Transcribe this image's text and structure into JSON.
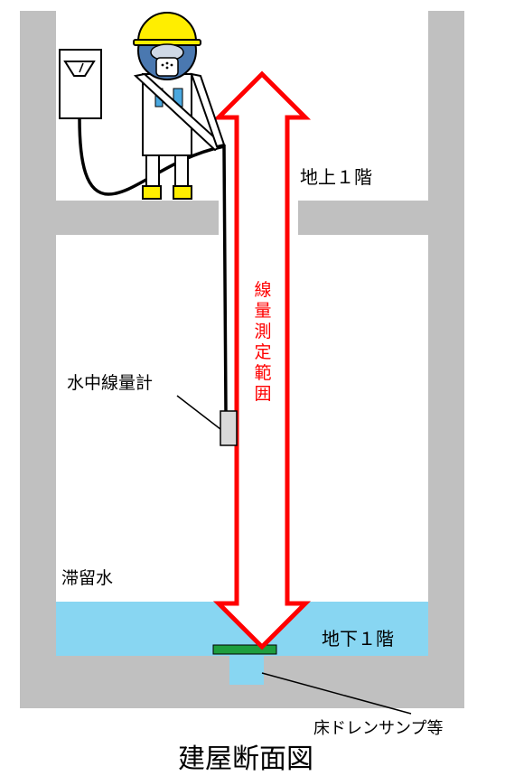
{
  "labels": {
    "floor1": "地上１階",
    "basement1": "地下１階",
    "meter": "水中線量計",
    "water": "滞留水",
    "sump": "床ドレンサンプ等",
    "title": "建屋断面図",
    "range": "線量測定範囲"
  },
  "colors": {
    "concrete": "#c0c0c0",
    "water": "#88d6f2",
    "arrow": "#ff0000",
    "drain_cover": "#1e9e3e",
    "helmet": "#ffee00",
    "suit": "#ffffff",
    "visor": "#4a78b0"
  },
  "icons": {
    "worker": "worker-in-protective-suit-icon",
    "survey_meter": "survey-meter-icon",
    "probe": "underwater-probe-icon"
  }
}
